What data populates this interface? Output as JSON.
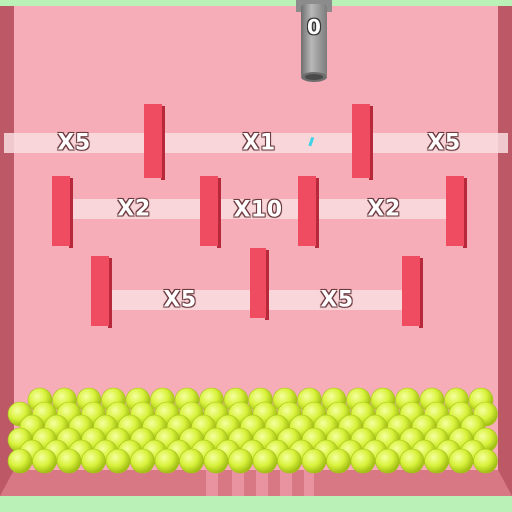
{
  "game": {
    "ball_counter": "0",
    "gates": [
      {
        "label": "X5"
      },
      {
        "label": "X1"
      },
      {
        "label": "X5"
      },
      {
        "label": "X2"
      },
      {
        "label": "X10"
      },
      {
        "label": "X2"
      },
      {
        "label": "X5"
      },
      {
        "label": "X5"
      }
    ]
  },
  "colors": {
    "background": "#b9f1b6",
    "board_floor": "#f7adb7",
    "board_wall": "#cf6a77",
    "peg": "#ef4b61",
    "gate_bar": "#f9dde0",
    "ball": "#d8f23b",
    "cannon": "#9a9a9a"
  },
  "icons": {
    "cannon": "cannon-icon",
    "ball": "ball-icon"
  }
}
